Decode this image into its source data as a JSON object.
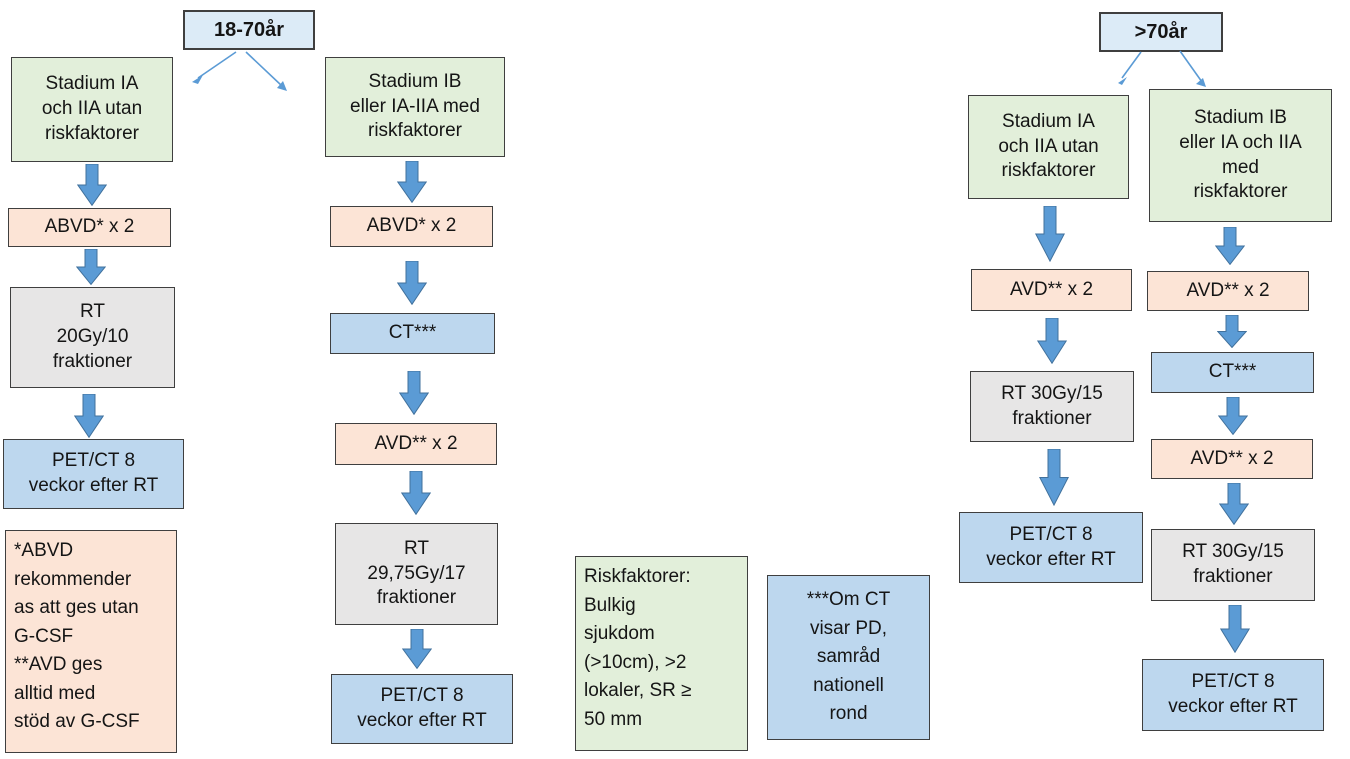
{
  "colors": {
    "green": "#E2EFDA",
    "orange": "#FCE4D6",
    "gray": "#E7E6E6",
    "blue": "#BDD7EE",
    "lightblue": "#DCEBF7",
    "arrow": "#5B9BD5",
    "arrow_border": "#41719C",
    "box_border": "#3F3F3F"
  },
  "headers": {
    "age_18_70": "18-70år",
    "age_over_70": ">70år"
  },
  "col1": {
    "stage": "Stadium IA\noch IIA utan\nriskfaktorer",
    "chemo": "ABVD* x 2",
    "rt": "RT\n20Gy/10\nfraktioner",
    "pet": "PET/CT 8\nveckor efter RT",
    "footnote": "*ABVD\nrekommender\nas att ges utan\nG-CSF\n**AVD ges\nalltid med\nstöd av G-CSF"
  },
  "col2": {
    "stage": "Stadium IB\neller IA-IIA med\nriskfaktorer",
    "chemo1": "ABVD* x 2",
    "ct": "CT***",
    "chemo2": "AVD** x 2",
    "rt": "RT\n29,75Gy/17\nfraktioner",
    "pet": "PET/CT 8\nveckor efter RT"
  },
  "notes": {
    "riskfaktorer": "Riskfaktorer:\nBulkig\nsjukdom\n(>10cm), >2\nlokaler, SR ≥\n50 mm",
    "om_ct": "***Om CT\nvisar PD,\nsamråd\nnationell\nrond"
  },
  "col3": {
    "stage": "Stadium IA\noch IIA utan\nriskfaktorer",
    "chemo": "AVD** x 2",
    "rt": "RT 30Gy/15\nfraktioner",
    "pet": "PET/CT 8\nveckor efter RT"
  },
  "col4": {
    "stage": "Stadium IB\neller IA och IIA\nmed\nriskfaktorer",
    "chemo1": "AVD** x 2",
    "ct": "CT***",
    "chemo2": "AVD** x 2",
    "rt": "RT 30Gy/15\nfraktioner",
    "pet": "PET/CT 8\nveckor efter RT"
  }
}
